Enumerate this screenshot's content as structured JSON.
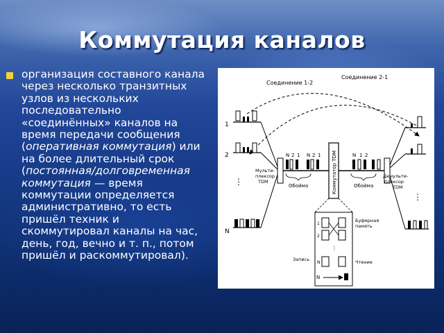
{
  "slide": {
    "title": "Коммутация каналов",
    "bullet": {
      "p1": "организация составного канала через несколько транзитных узлов из нескольких последовательно «соединённых» каналов на время передачи сообщения (",
      "e1": "оперативная коммутация",
      "p2": ") или на более длительный срок (",
      "e2": "постоянная/долговременная коммутация",
      "p3": " — время коммутации определяется административно, то есть пришёл техник и скоммутировал каналы на час, день, год, вечно и т. п., потом пришёл и раскоммутировал)."
    }
  },
  "diagram": {
    "connection_1_2": "Соединение 1-2",
    "connection_2_1": "Соединение 2-1",
    "mux_label_1": "Мульти-",
    "mux_label_2": "плексор",
    "mux_label_3": "TDM",
    "demux_label_1": "Демульти-",
    "demux_label_2": "плексор",
    "demux_label_3": "TDM",
    "switch_label": "Коммутатор TDM",
    "frame_label": "Обойма",
    "buffer_label_1": "Буферная",
    "buffer_label_2": "память",
    "write_label": "Запись",
    "read_label": "Чтение",
    "line_1": "1",
    "line_2": "2",
    "line_n": "N",
    "slot_n": "N",
    "slot_2": "2",
    "slot_1": "1"
  }
}
